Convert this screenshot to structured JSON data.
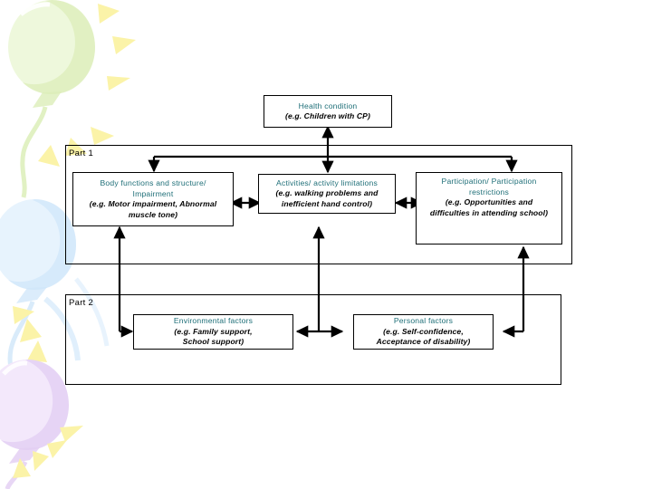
{
  "diagram": {
    "title_box": {
      "title": "Health condition",
      "eg": "(e.g. Children with CP)"
    },
    "parts": [
      {
        "label": "Part 1"
      },
      {
        "label": "Part 2"
      }
    ],
    "nodes": [
      {
        "name": "body-functions",
        "title": "Body functions and structure/ Impairment",
        "title_lines": [
          "Body functions and structure/",
          "Impairment"
        ],
        "eg_lines": [
          "(e.g. Motor impairment, Abnormal",
          "muscle tone)"
        ]
      },
      {
        "name": "activities",
        "title": "Activities/ activity limitations",
        "title_lines": [
          "Activities/ activity limitations"
        ],
        "eg_lines": [
          "(e.g. walking problems and",
          "inefficient hand control)"
        ]
      },
      {
        "name": "participation",
        "title": "Participation/ Participation restrictions",
        "title_lines": [
          "Participation/ Participation",
          "restrictions"
        ],
        "eg_lines": [
          "(e.g. Opportunities and",
          "difficulties in attending school)"
        ]
      },
      {
        "name": "environmental-factors",
        "title": "Environmental factors",
        "title_lines": [
          "Environmental factors"
        ],
        "eg_lines": [
          "(e.g. Family support,",
          "School support)"
        ]
      },
      {
        "name": "personal-factors",
        "title": "Personal factors",
        "title_lines": [
          "Personal factors"
        ],
        "eg_lines": [
          "(e.g. Self-confidence,",
          "Acceptance of disability)"
        ]
      }
    ],
    "colors": {
      "heading_text": "#1f6f78",
      "body_text": "#000000",
      "line": "#000000",
      "balloon_green": "#eaf6d2",
      "balloon_blue": "#ddeefb",
      "balloon_purple": "#ead9f5",
      "sparkle_yellow": "#fbf3a8",
      "background": "#ffffff"
    },
    "decorations": [
      {
        "name": "balloon-green",
        "color": "#eaf6d2"
      },
      {
        "name": "balloon-blue",
        "color": "#ddeefb"
      },
      {
        "name": "balloon-purple",
        "color": "#ead9f5"
      },
      {
        "name": "sparkle-rays",
        "color": "#fbf3a8"
      }
    ]
  }
}
